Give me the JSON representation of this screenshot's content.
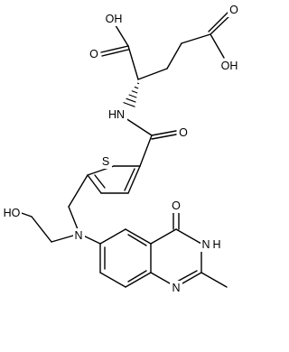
{
  "atoms": {
    "oh_top_left": "OH",
    "o_top_left": "O",
    "o_top_right": "O",
    "oh_top_right": "OH",
    "nh_amide": "HN",
    "o_amide": "O",
    "s_thiophene": "S",
    "oh_ethanol": "HO",
    "n_amine": "N",
    "o_quinazolinone": "O",
    "nh_quinazolinone": "N",
    "h_quinazolinone": "H",
    "n_quinazoline": "N"
  }
}
